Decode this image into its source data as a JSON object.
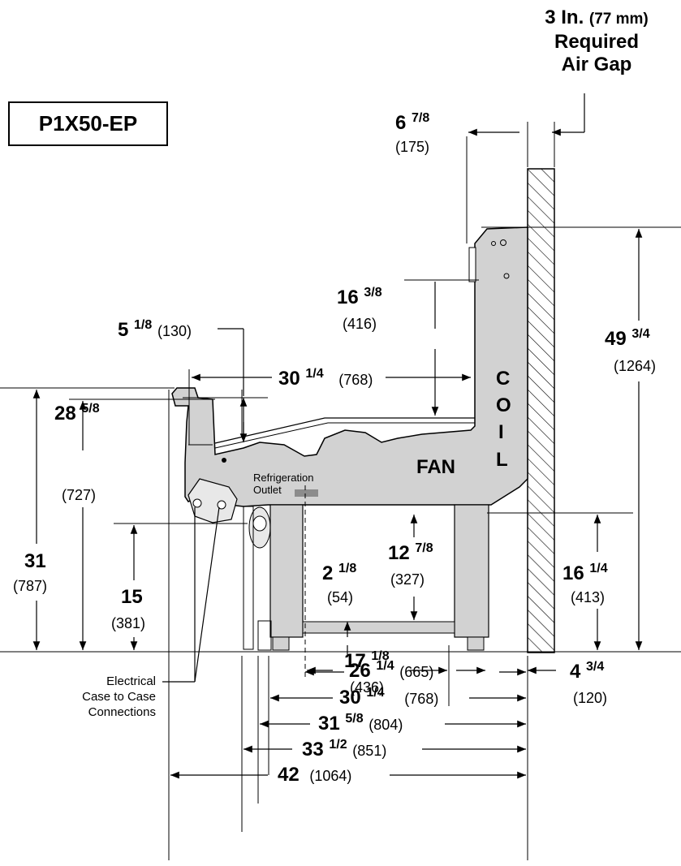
{
  "model": "P1X50-EP",
  "air_gap": {
    "line1": "3 In.",
    "line1_mm": "(77 mm)",
    "line2": "Required",
    "line3": "Air Gap"
  },
  "labels": {
    "coil_c": "C",
    "coil_o": "O",
    "coil_i": "I",
    "coil_l": "L",
    "fan": "FAN",
    "refrigeration_outlet_1": "Refrigeration",
    "refrigeration_outlet_2": "Outlet",
    "electrical_1": "Electrical",
    "electrical_2": "Case to Case",
    "electrical_3": "Connections"
  },
  "dims": {
    "d_6_7_8": {
      "whole": "6",
      "frac": "7/8",
      "mm": "(175)"
    },
    "d_16_3_8": {
      "whole": "16",
      "frac": "3/8",
      "mm": "(416)"
    },
    "d_5_1_8": {
      "whole": "5",
      "frac": "1/8",
      "mm": "(130)"
    },
    "d_30_1_4_top": {
      "whole": "30",
      "frac": "1/4",
      "mm": "(768)"
    },
    "d_49_3_4": {
      "whole": "49",
      "frac": "3/4",
      "mm": "(1264)"
    },
    "d_28_5_8": {
      "whole": "28",
      "frac": "5/8",
      "mm": "(727)"
    },
    "d_31": {
      "whole": "31",
      "mm": "(787)"
    },
    "d_15": {
      "whole": "15",
      "mm": "(381)"
    },
    "d_2_1_8": {
      "whole": "2",
      "frac": "1/8",
      "mm": "(54)"
    },
    "d_12_7_8": {
      "whole": "12",
      "frac": "7/8",
      "mm": "(327)"
    },
    "d_16_1_4": {
      "whole": "16",
      "frac": "1/4",
      "mm": "(413)"
    },
    "d_4_3_4": {
      "whole": "4",
      "frac": "3/4",
      "mm": "(120)"
    },
    "d_17_1_8": {
      "whole": "17",
      "frac": "1/8",
      "mm": "(436)"
    },
    "d_26_1_4": {
      "whole": "26",
      "frac": "1/4",
      "mm": "(665)"
    },
    "d_30_1_4_bottom": {
      "whole": "30",
      "frac": "1/4",
      "mm": "(768)"
    },
    "d_31_5_8": {
      "whole": "31",
      "frac": "5/8",
      "mm": "(804)"
    },
    "d_33_1_2": {
      "whole": "33",
      "frac": "1/2",
      "mm": "(851)"
    },
    "d_42": {
      "whole": "42",
      "mm": "(1064)"
    }
  },
  "colors": {
    "case_fill": "#d2d2d2",
    "outlet_bar": "#8c8c8c",
    "line": "#000000"
  }
}
